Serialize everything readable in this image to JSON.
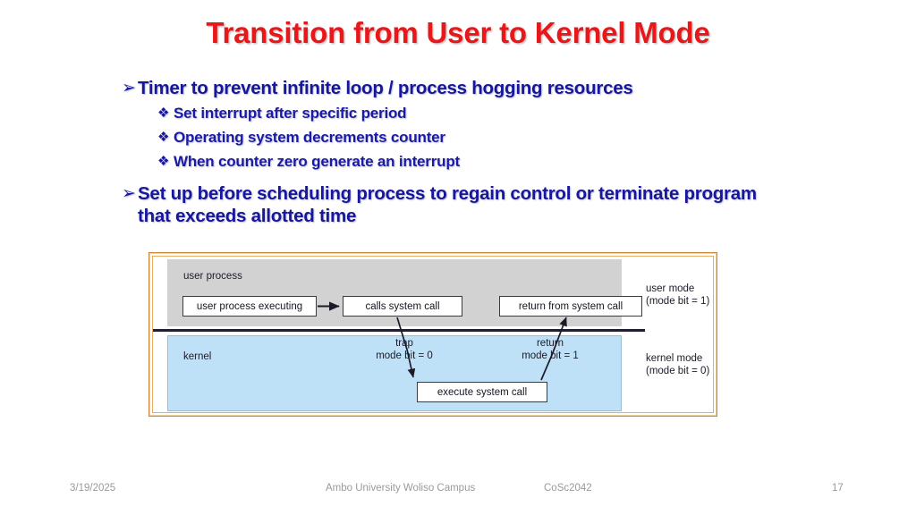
{
  "slide": {
    "title": "Transition from User to Kernel Mode",
    "title_color": "#e8171a",
    "body_color": "#16169e",
    "background": "#ffffff"
  },
  "bullets": {
    "level1_marker": "➢",
    "level2_marker": "❖",
    "items": [
      {
        "level": 1,
        "text": "Timer to prevent infinite loop / process hogging resources"
      },
      {
        "level": 2,
        "text": "Set interrupt after specific period"
      },
      {
        "level": 2,
        "text": "Operating system decrements counter"
      },
      {
        "level": 2,
        "text": "When counter zero generate an interrupt"
      },
      {
        "level": 1,
        "text": "Set up before scheduling process to regain control or terminate program that exceeds allotted time"
      }
    ]
  },
  "figure": {
    "frame_border_color": "#e9ad62",
    "user_band": {
      "label": "user process",
      "fill": "#d2d2d2"
    },
    "kernel_band": {
      "label": "kernel",
      "fill": "#bfe1f7"
    },
    "mode_labels": {
      "user": "user mode\n(mode bit = 1)",
      "user_line1": "user mode",
      "user_line2": "(mode bit = 1)",
      "kernel_line1": "kernel mode",
      "kernel_line2": "(mode bit = 0)"
    },
    "boxes": {
      "user_process_executing": "user process executing",
      "calls_system_call": "calls system call",
      "return_from_system_call": "return from system call",
      "execute_system_call": "execute system call"
    },
    "arrow_labels": {
      "trap_line1": "trap",
      "trap_line2": "mode bit = 0",
      "return_line1": "return",
      "return_line2": "mode bit = 1"
    }
  },
  "footer": {
    "date": "3/19/2025",
    "organization": "Ambo University Woliso Campus",
    "course_code": "CoSc2042",
    "page_number": "17"
  }
}
